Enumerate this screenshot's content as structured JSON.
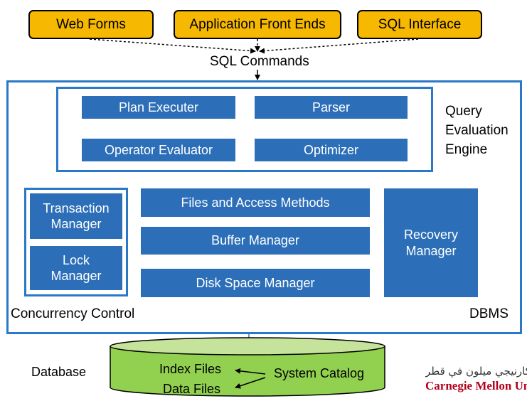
{
  "clients": [
    "Web Forms",
    "Application Front Ends",
    "SQL Interface"
  ],
  "sql_commands": "SQL Commands",
  "query_engine": {
    "boxes": [
      "Plan Executer",
      "Parser",
      "Operator Evaluator",
      "Optimizer"
    ],
    "label_lines": [
      "Query",
      "Evaluation",
      "Engine"
    ]
  },
  "concurrency": {
    "transaction_lines": [
      "Transaction",
      "Manager"
    ],
    "lock_lines": [
      "Lock",
      "Manager"
    ],
    "label": "Concurrency Control"
  },
  "storage": [
    "Files and Access Methods",
    "Buffer Manager",
    "Disk Space Manager"
  ],
  "recovery_lines": [
    "Recovery",
    "Manager"
  ],
  "dbms_label": "DBMS",
  "database": {
    "label": "Database",
    "index_files": "Index Files",
    "data_files": "Data Files",
    "system_catalog": "System Catalog"
  },
  "logo": {
    "arabic": "كارنيجي ميلون في قطر",
    "latin": "Carnegie Mellon Uni"
  },
  "colors": {
    "client_fill": "#f6b800",
    "box_fill": "#2c6fb8",
    "frame_border": "#2a78c8",
    "database_fill": "#92d050",
    "logo_red": "#b3001b"
  }
}
